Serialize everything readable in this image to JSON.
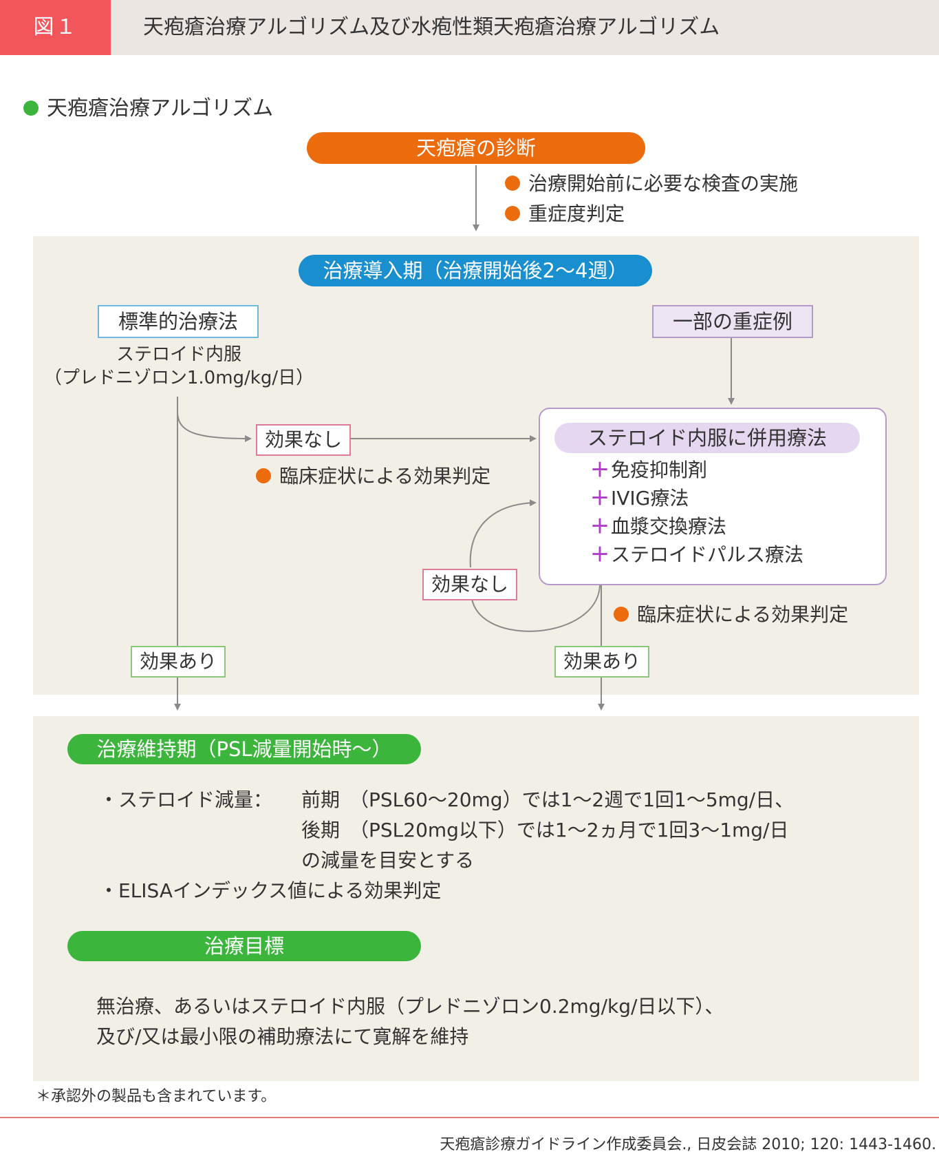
{
  "header": {
    "figure_label": "図１",
    "title": "天疱瘡治療アルゴリズム及び水疱性類天疱瘡治療アルゴリズム"
  },
  "section_heading": "天疱瘡治療アルゴリズム",
  "diagnosis": {
    "label": "天疱瘡の診断",
    "bullets": [
      "治療開始前に必要な検査の実施",
      "重症度判定"
    ]
  },
  "induction": {
    "label": "治療導入期（治療開始後2〜4週）",
    "standard_box": "標準的治療法",
    "steroid_oral": "ステロイド内服",
    "prednisolone_dose": "（プレドニゾロン1.0mg/kg/日）",
    "severe_box": "一部の重症例",
    "no_effect": "効果なし",
    "effect_yes": "効果あり",
    "clinical_eval": "臨床症状による効果判定",
    "combo": {
      "title": "ステロイド内服に併用療法",
      "items": [
        "免疫抑制剤",
        "IVIG療法",
        "血漿交換療法",
        "ステロイドパルス療法"
      ],
      "plus": "＋"
    }
  },
  "maintenance": {
    "label": "治療維持期（PSL減量開始時〜）",
    "taper_label": "・ステロイド減量：",
    "taper_lines": [
      "前期　（PSL60〜20mg）では1〜2週で1回1〜5mg/日、",
      "後期　（PSL20mg以下）では1〜2ヵ月で1回3〜1mg/日",
      "の減量を目安とする"
    ],
    "elisa": "・ELISAインデックス値による効果判定"
  },
  "goal": {
    "label": "治療目標",
    "lines": [
      "無治療、あるいはステロイド内服（プレドニゾロン0.2mg/kg/日以下）、",
      "及び/又は最小限の補助療法にて寛解を維持"
    ]
  },
  "footnote": "＊承認外の製品も含まれています。",
  "citation": "天疱瘡診療ガイドライン作成委員会., 日皮会誌 2010; 120: 1443-1460.",
  "colors": {
    "header_red": "#f2565a",
    "orange": "#ec6b0c",
    "blue": "#1a8fd0",
    "green": "#3cb53c",
    "purple": "#b03cc8",
    "panel": "#f2efe7"
  }
}
